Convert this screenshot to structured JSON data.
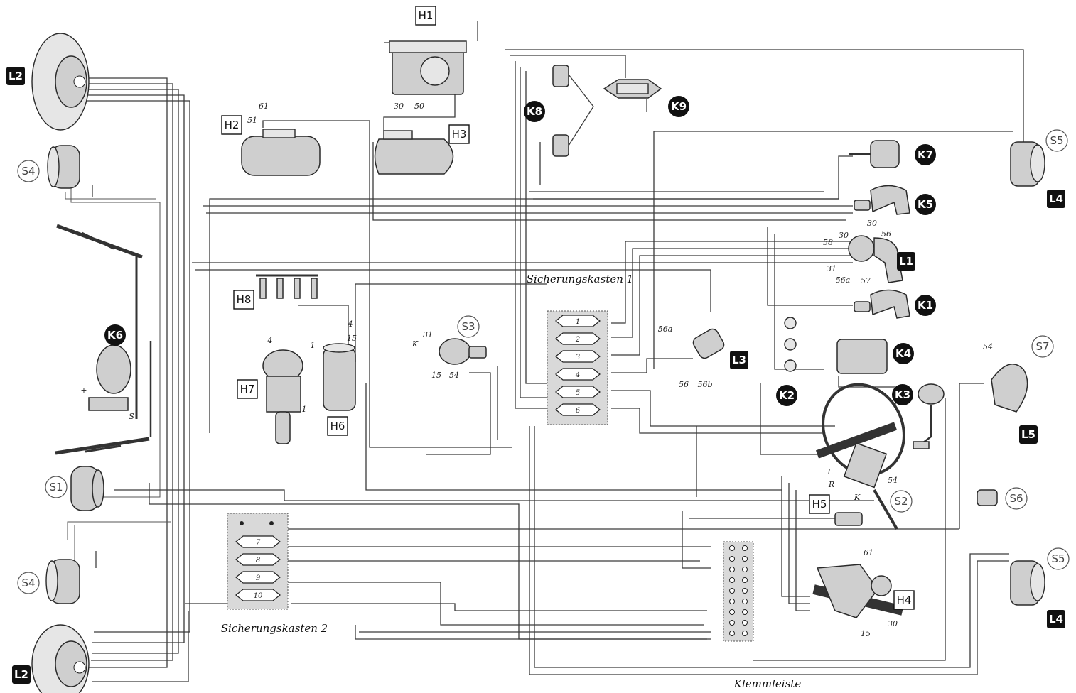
{
  "labels_black_box": [
    "L2",
    "L2",
    "L1",
    "L3",
    "L4",
    "L4",
    "L5"
  ],
  "labels_white_box": [
    "H1",
    "H2",
    "H3",
    "H4",
    "H5",
    "H6",
    "H7",
    "H8"
  ],
  "labels_black_circle": [
    "K1",
    "K2",
    "K3",
    "K4",
    "K5",
    "K6",
    "K7",
    "K8",
    "K9"
  ],
  "labels_white_circle": [
    "S1",
    "S2",
    "S3",
    "S4",
    "S4",
    "S5",
    "S5",
    "S6",
    "S7"
  ],
  "captions": {
    "fuse_box_1": "Sicherungskasten 1",
    "fuse_box_2": "Sicherungskasten 2",
    "terminal_strip": "Klemmleiste"
  },
  "fuse_box_1_numbers": [
    "1",
    "2",
    "3",
    "4",
    "5",
    "6"
  ],
  "fuse_box_2_numbers": [
    "7",
    "8",
    "9",
    "10"
  ],
  "terminals": {
    "h2": [
      "61",
      "51"
    ],
    "h3": [
      "30",
      "50"
    ],
    "l1": [
      "58",
      "30",
      "30",
      "56",
      "31",
      "56a",
      "57"
    ],
    "l3": [
      "56a",
      "56",
      "56b"
    ],
    "s3": [
      "31",
      "K",
      "15",
      "54"
    ],
    "h6": [
      "4",
      "15",
      "1"
    ],
    "h7": [
      "4",
      "1"
    ],
    "k6": [
      "+",
      "S"
    ],
    "s2": [
      "L",
      "R",
      "K",
      "54"
    ],
    "s7": [
      "54"
    ],
    "h4": [
      "61",
      "15",
      "30"
    ]
  }
}
